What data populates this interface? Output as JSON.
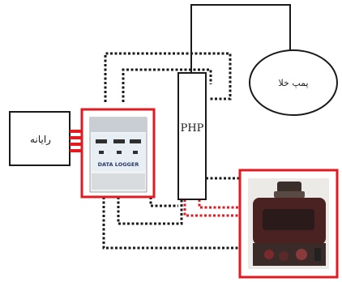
{
  "labels": {
    "computer": "رایانه",
    "vacuum_pump": "پمپ خلا",
    "php": "PHP",
    "data_logger_text": "DATA LOGGER"
  },
  "colors": {
    "stroke": "#1a1a1a",
    "highlight": "#e21a22",
    "logger_panel": "#e7eef4",
    "logger_slot": "#2f2f2f",
    "device_body": "#4a2222",
    "device_knob": "#3a2f2a"
  }
}
